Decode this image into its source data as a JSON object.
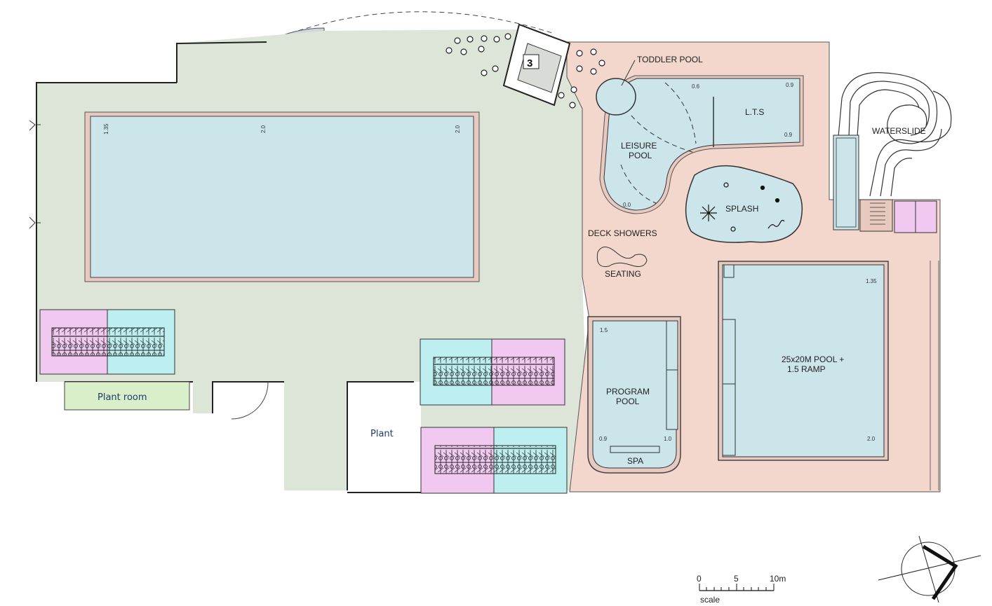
{
  "labels": {
    "toddler_pool": "TODDLER POOL",
    "leisure_pool_line1": "LEISURE",
    "leisure_pool_line2": "POOL",
    "lts": "L.T.S",
    "waterslide": "WATERSLIDE",
    "splash": "SPLASH",
    "deck_showers": "DECK SHOWERS",
    "seating": "SEATING",
    "program_pool_line1": "PROGRAM",
    "program_pool_line2": "POOL",
    "spa": "SPA",
    "main_pool_line1": "25x20M POOL +",
    "main_pool_line2": "1.5 RAMP",
    "plant_room": "Plant room",
    "plant": "Plant",
    "cafe_number": "3"
  },
  "depths": {
    "lap_left": "1.35",
    "lap_mid": "2.0",
    "lap_right": "2.0",
    "leisure_06": "0.6",
    "leisure_09_top": "0.9",
    "leisure_09_bottom": "0.9",
    "leisure_00": "0.0",
    "program_15": "1.5",
    "program_09": "0.9",
    "program_10": "1.0",
    "main_135": "1.35",
    "main_20": "2.0"
  },
  "scale_bar": {
    "tick_0": "0",
    "tick_5": "5",
    "tick_10": "10m",
    "caption": "scale"
  },
  "colors": {
    "indoor_floor": "#dde5d9",
    "outdoor_deck": "#f3d6cc",
    "water": "#cbe5ea",
    "female_change": "#f1c9f0",
    "male_change": "#bdeff0",
    "plant_green": "#d8efc9"
  }
}
